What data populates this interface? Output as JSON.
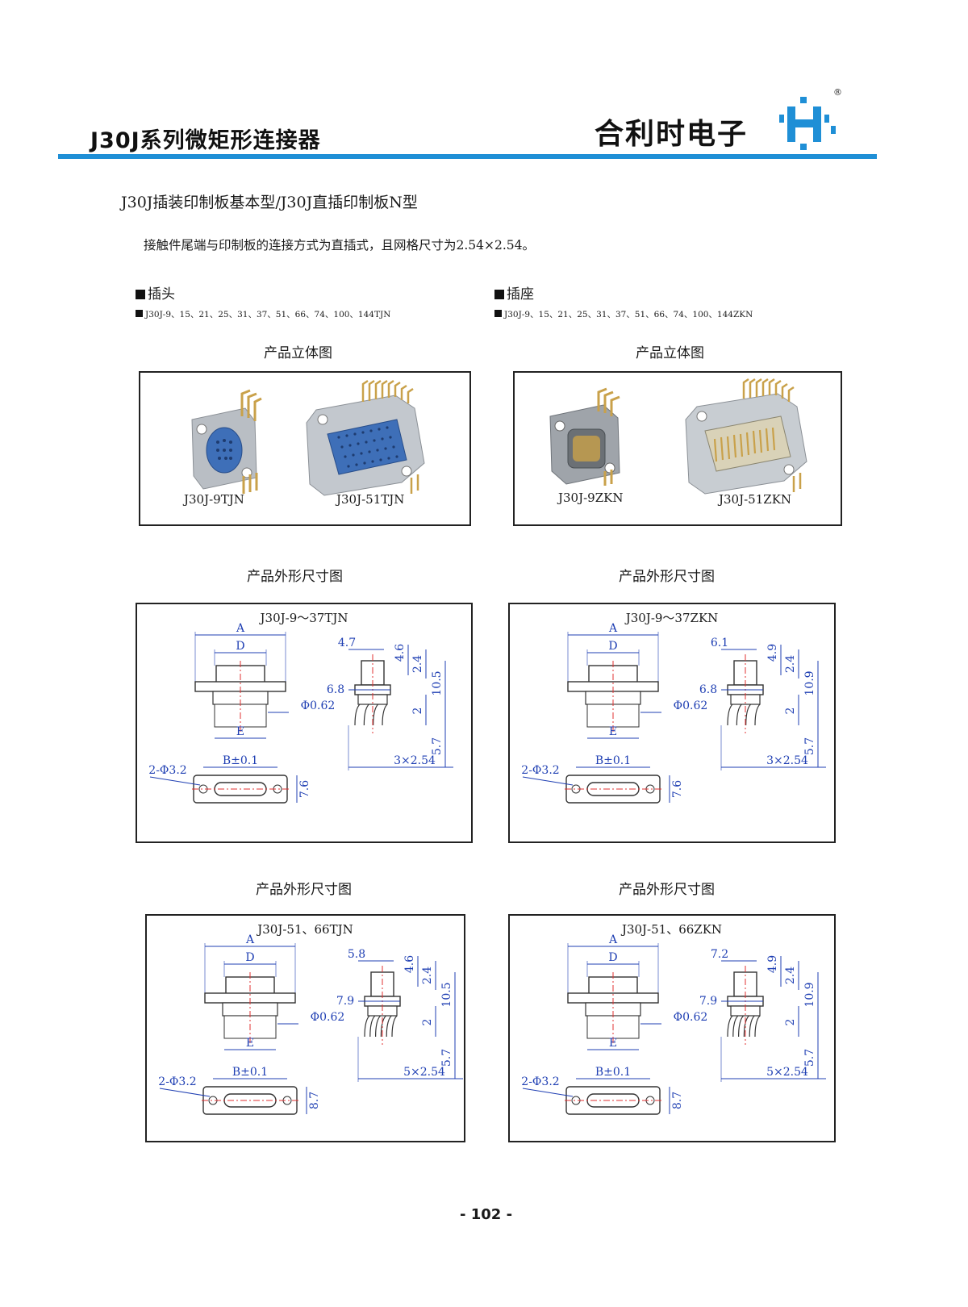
{
  "header": {
    "series_title": "J30J系列微矩形连接器",
    "company_name": "合利时电子",
    "registered_mark": "®",
    "brand_color": "#1f8fd6",
    "logo_icon": "h-logo-icon"
  },
  "section_title": "J30J插装印制板基本型/J30J直插印制板N型",
  "description": "接触件尾端与印制板的连接方式为直插式，且网格尺寸为2.54×2.54。",
  "plug": {
    "label": "插头",
    "series": "J30J-9、15、21、25、31、37、51、66、74、100、144TJN",
    "photo_caption": "产品立体图",
    "models": [
      "J30J-9TJN",
      "J30J-51TJN"
    ]
  },
  "socket": {
    "label": "插座",
    "series": "J30J-9、15、21、25、31、37、51、66、74、100、144ZKN",
    "photo_caption": "产品立体图",
    "models": [
      "J30J-9ZKN",
      "J30J-51ZKN"
    ]
  },
  "drawing_caption": "产品外形尺寸图",
  "drawings": [
    {
      "title": "J30J-9～37TJN",
      "labels": {
        "A": "A",
        "D": "D",
        "E": "E",
        "B": "B±0.1",
        "hole": "2-Φ3.2",
        "pin": "Φ0.62",
        "h1": "4.7",
        "h2": "6.8",
        "v1": "4.6",
        "v2": "2.4",
        "v3": "10.5",
        "v4": "2",
        "v5": "5.7",
        "pitch": "3×2.54",
        "flange_h": "7.6"
      }
    },
    {
      "title": "J30J-9～37ZKN",
      "labels": {
        "A": "A",
        "D": "D",
        "E": "E",
        "B": "B±0.1",
        "hole": "2-Φ3.2",
        "pin": "Φ0.62",
        "h1": "6.1",
        "h2": "6.8",
        "v1": "4.9",
        "v2": "2.4",
        "v3": "10.9",
        "v4": "2",
        "v5": "5.7",
        "pitch": "3×2.54",
        "flange_h": "7.6"
      }
    },
    {
      "title": "J30J-51、66TJN",
      "labels": {
        "A": "A",
        "D": "D",
        "E": "E",
        "B": "B±0.1",
        "hole": "2-Φ3.2",
        "pin": "Φ0.62",
        "h1": "5.8",
        "h2": "7.9",
        "v1": "4.6",
        "v2": "2.4",
        "v3": "10.5",
        "v4": "2",
        "v5": "5.7",
        "pitch": "5×2.54",
        "flange_h": "8.7"
      }
    },
    {
      "title": "J30J-51、66ZKN",
      "labels": {
        "A": "A",
        "D": "D",
        "E": "E",
        "B": "B±0.1",
        "hole": "2-Φ3.2",
        "pin": "Φ0.62",
        "h1": "7.2",
        "h2": "7.9",
        "v1": "4.9",
        "v2": "2.4",
        "v3": "10.9",
        "v4": "2",
        "v5": "5.7",
        "pitch": "5×2.54",
        "flange_h": "8.7"
      }
    }
  ],
  "page_number": "- 102 -"
}
